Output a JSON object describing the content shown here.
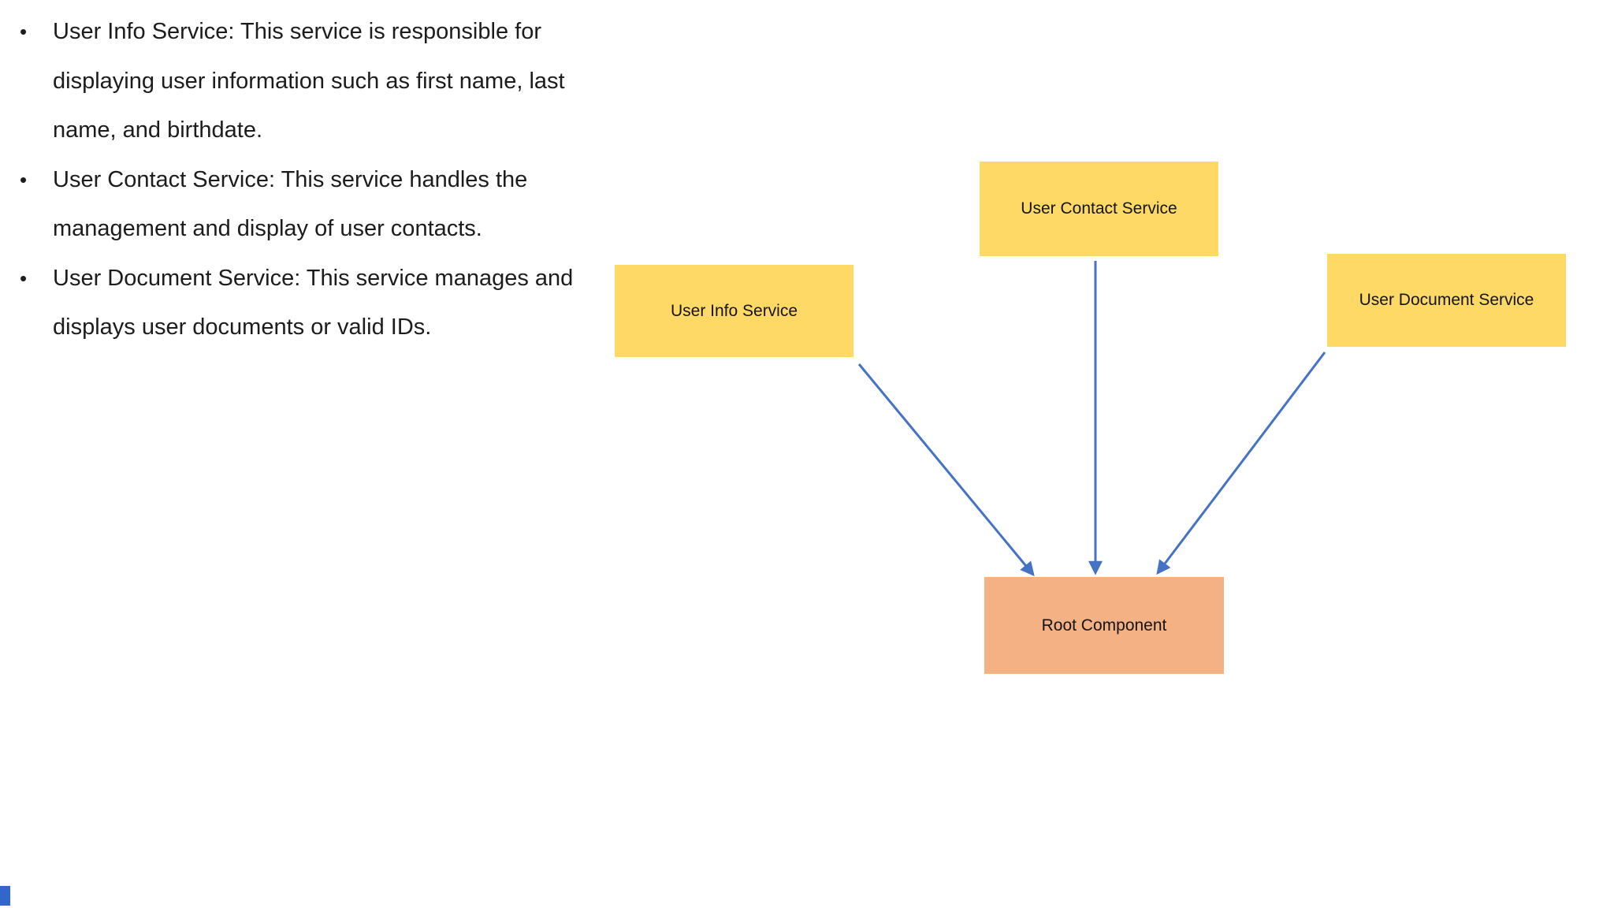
{
  "bullets": {
    "glyph": "•",
    "items": [
      {
        "text": "User Info Service: This service is responsible for displaying user information such as first name, last name, and birthdate."
      },
      {
        "text": "User Contact Service: This service handles the management and display of user contacts."
      },
      {
        "text": "User Document Service: This service manages and displays user documents or valid IDs."
      }
    ]
  },
  "diagram": {
    "nodes": [
      {
        "id": "user-info",
        "label": "User Info Service",
        "fill": "#FFD966"
      },
      {
        "id": "user-contact",
        "label": "User Contact Service",
        "fill": "#FFD966"
      },
      {
        "id": "user-document",
        "label": "User Document Service",
        "fill": "#FFD966"
      },
      {
        "id": "root",
        "label": "Root Component",
        "fill": "#F4B183"
      }
    ],
    "edges": [
      {
        "from": "user-info",
        "to": "root"
      },
      {
        "from": "user-contact",
        "to": "root"
      },
      {
        "from": "user-document",
        "to": "root"
      }
    ],
    "arrow_color": "#4472C4"
  },
  "accent": {
    "bottom_left_color": "#3366CC"
  }
}
